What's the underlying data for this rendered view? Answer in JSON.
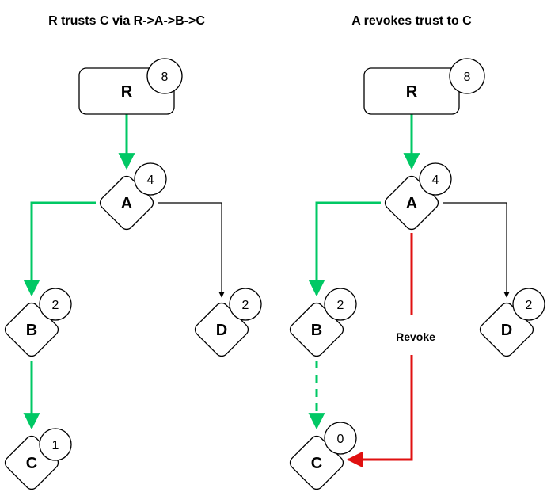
{
  "titles": {
    "left": "R trusts C via R->A->B->C",
    "right": "A revokes trust to C"
  },
  "left": {
    "nodes": {
      "R": {
        "label": "R",
        "badge": "8"
      },
      "A": {
        "label": "A",
        "badge": "4"
      },
      "B": {
        "label": "B",
        "badge": "2"
      },
      "D": {
        "label": "D",
        "badge": "2"
      },
      "C": {
        "label": "C",
        "badge": "1"
      }
    }
  },
  "right": {
    "nodes": {
      "R": {
        "label": "R",
        "badge": "8"
      },
      "A": {
        "label": "A",
        "badge": "4"
      },
      "B": {
        "label": "B",
        "badge": "2"
      },
      "D": {
        "label": "D",
        "badge": "2"
      },
      "C": {
        "label": "C",
        "badge": "0"
      }
    },
    "revoke_label": "Revoke"
  },
  "colors": {
    "trust_edge": "#00c864",
    "revoke_edge": "#e01010",
    "plain_edge": "#000000",
    "node_fill": "#ffffff",
    "node_stroke": "#000000"
  }
}
